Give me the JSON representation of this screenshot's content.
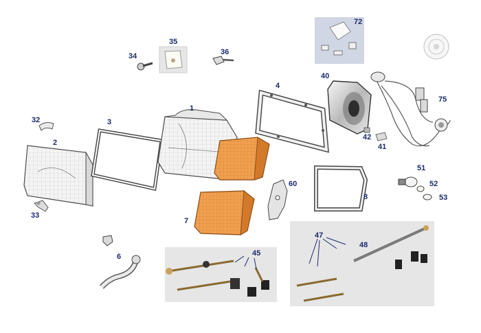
{
  "diagram": {
    "colors": {
      "label": "#1a2a6c",
      "amber": "#f0a050",
      "amber_dark": "#c96f1e",
      "photo_bg": "#e6e6e6",
      "photo_bg_blue": "#d0d6e3",
      "outline": "#5a5a5a"
    },
    "callouts": [
      {
        "id": "c1",
        "text": "1"
      },
      {
        "id": "c2",
        "text": "2"
      },
      {
        "id": "c3",
        "text": "3"
      },
      {
        "id": "c4",
        "text": "4"
      },
      {
        "id": "c6",
        "text": "6"
      },
      {
        "id": "c7",
        "text": "7"
      },
      {
        "id": "c8",
        "text": "8"
      },
      {
        "id": "c32",
        "text": "32"
      },
      {
        "id": "c33",
        "text": "33"
      },
      {
        "id": "c34",
        "text": "34"
      },
      {
        "id": "c35",
        "text": "35"
      },
      {
        "id": "c36",
        "text": "36"
      },
      {
        "id": "c40",
        "text": "40"
      },
      {
        "id": "c41",
        "text": "41"
      },
      {
        "id": "c42",
        "text": "42"
      },
      {
        "id": "c45",
        "text": "45"
      },
      {
        "id": "c47",
        "text": "47"
      },
      {
        "id": "c48",
        "text": "48"
      },
      {
        "id": "c51",
        "text": "51"
      },
      {
        "id": "c52",
        "text": "52"
      },
      {
        "id": "c53",
        "text": "53"
      },
      {
        "id": "c60",
        "text": "60"
      },
      {
        "id": "c72",
        "text": "72"
      },
      {
        "id": "c75",
        "text": "75"
      }
    ]
  }
}
